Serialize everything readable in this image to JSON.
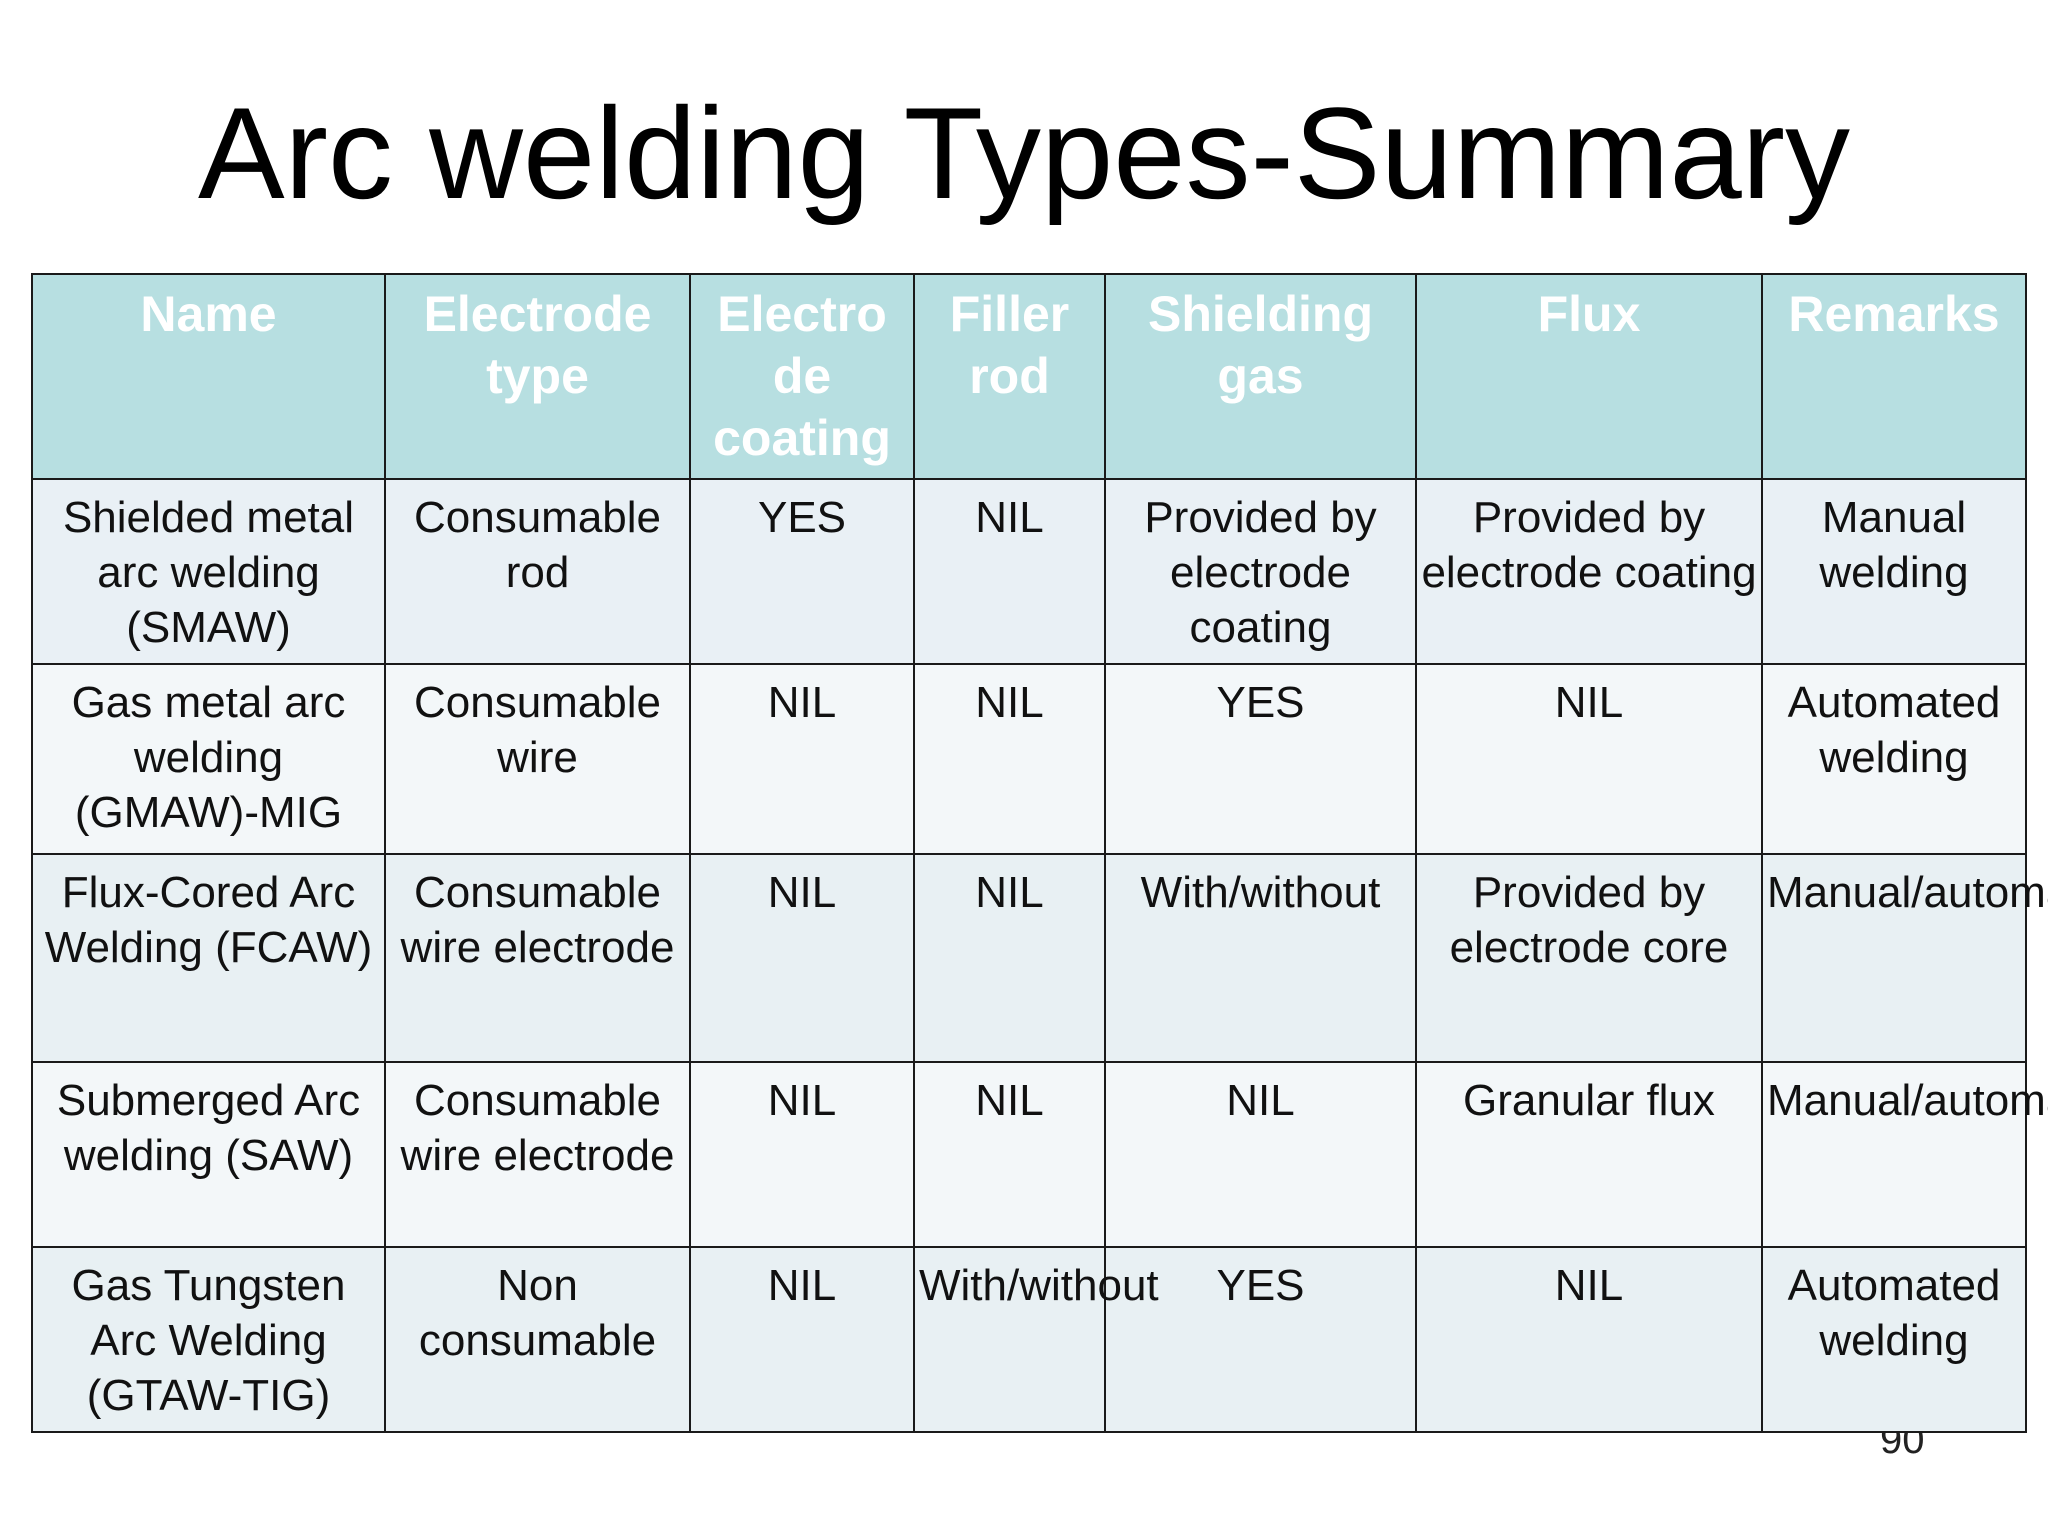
{
  "slide": {
    "title": "Arc welding Types-Summary",
    "page_number": "90"
  },
  "table": {
    "headers": [
      "Name",
      "Electrode type",
      "Electrode coating",
      "Filler rod",
      "Shielding gas",
      "Flux",
      "Remarks"
    ],
    "header_display": [
      "Name",
      "Electrode\ntype",
      "Electro\nde\ncoating",
      "Filler\nrod",
      "Shielding\ngas",
      "Flux",
      "Remarks"
    ],
    "rows": [
      [
        "Shielded metal arc welding (SMAW)",
        "Consumable rod",
        "YES",
        "NIL",
        "Provided by electrode coating",
        "Provided by electrode coating",
        "Manual welding"
      ],
      [
        "Gas metal arc welding (GMAW)-MIG",
        "Consumable wire",
        "NIL",
        "NIL",
        "YES",
        "NIL",
        "Automated welding"
      ],
      [
        "Flux-Cored Arc Welding (FCAW)",
        "Consumable wire electrode",
        "NIL",
        "NIL",
        "With/without",
        "Provided by electrode core",
        "Manual/automated"
      ],
      [
        "Submerged Arc welding (SAW)",
        "Consumable wire electrode",
        "NIL",
        "NIL",
        "NIL",
        "Granular flux",
        "Manual/automated"
      ],
      [
        "Gas Tungsten Arc Welding (GTAW-TIG)",
        "Non consumable",
        "NIL",
        "With/without",
        "YES",
        "NIL",
        "Automated welding"
      ]
    ],
    "colors": {
      "header_bg": "#b7dfe1",
      "header_text": "#ffffff",
      "row_bg_a": "#e9f0f5",
      "row_bg_b": "#f3f7f9",
      "border": "#1a1a1a"
    }
  }
}
